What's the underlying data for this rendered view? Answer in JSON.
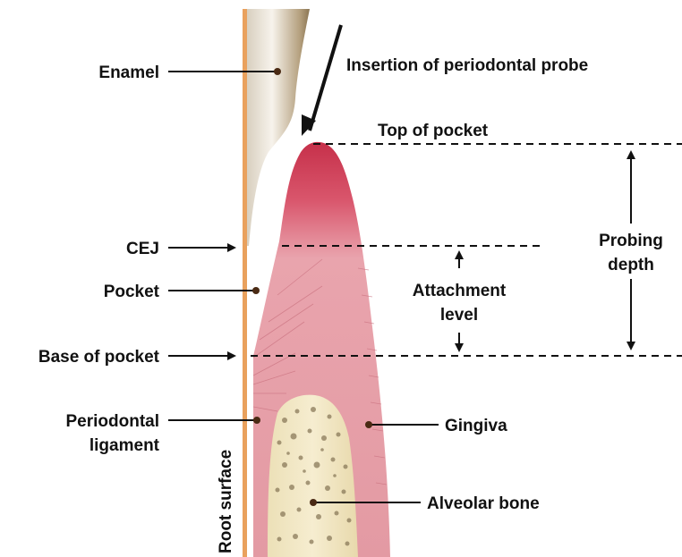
{
  "labels": {
    "enamel": "Enamel",
    "insertion": "Insertion of periodontal probe",
    "top_of_pocket": "Top of pocket",
    "cej": "CEJ",
    "pocket": "Pocket",
    "base_of_pocket": "Base of pocket",
    "periodontal_line1": "Periodontal",
    "periodontal_line2": "ligament",
    "root_surface": "Root surface",
    "gingiva": "Gingiva",
    "alveolar_bone": "Alveolar bone",
    "attachment_line1": "Attachment",
    "attachment_line2": "level",
    "probing_line1": "Probing",
    "probing_line2": "depth"
  },
  "colors": {
    "root_surface": "#e9a15d",
    "gingiva": "#e7a0a8",
    "gingiva_tip": "#c8354e",
    "bone": "#f2e7c4",
    "enamel": "#efe9df"
  }
}
